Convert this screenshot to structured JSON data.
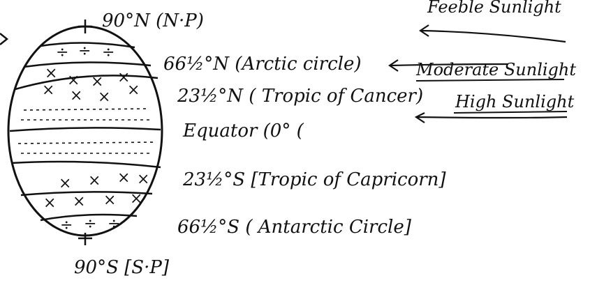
{
  "diagram": {
    "ink_color": "#111111",
    "background": "#ffffff",
    "labels": {
      "north_pole": "90°N (N·P)",
      "arctic_circle": "66½°N (Arctic circle)",
      "tropic_of_cancer": "23½°N ( Tropic of Cancer)",
      "equator": "Equator (0° (",
      "tropic_of_capricorn": "23½°S [Tropic of Capricorn]",
      "antarctic_circle": "66½°S ( Antarctic Circle]",
      "south_pole": "90°S [S·P]"
    },
    "sunlight": {
      "feeble": "Feeble Sunlight",
      "moderate": "Moderate Sunlight",
      "high": "High Sunlight"
    },
    "zone_symbols": {
      "frigid": "÷",
      "temperate": "×",
      "torrid": "- -"
    }
  }
}
